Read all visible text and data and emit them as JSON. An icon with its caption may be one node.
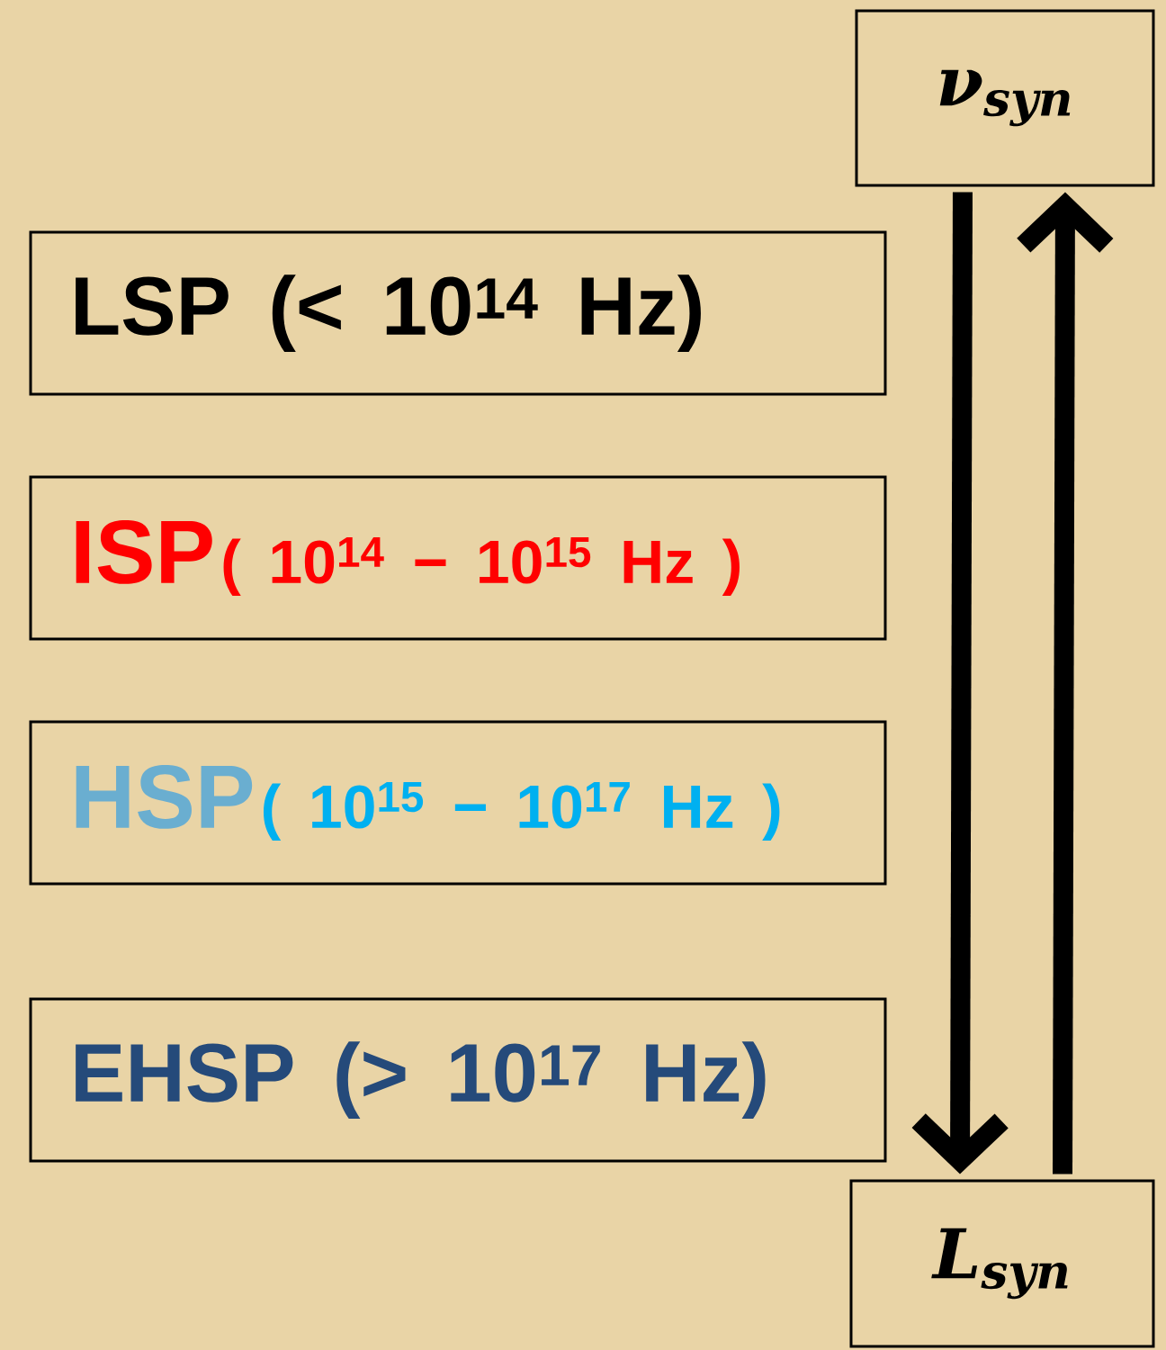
{
  "diagram": {
    "nodes": [
      {
        "text": [
          "ν$_{syn}$"
        ]
      },
      {
        "text": [
          "LSP (< 10$^{14}$ Hz)"
        ]
      },
      {
        "text": [
          "ISP",
          "( 10$^{14}$ − 10$^{15}$ Hz )"
        ]
      },
      {
        "text": [
          "HSP",
          "( 10$^{15}$ − 10$^{17}$ Hz )"
        ]
      },
      {
        "text": [
          "EHSP (> 10$^{17}$ Hz)"
        ]
      },
      {
        "text": [
          "L$_{syn}$"
        ]
      }
    ],
    "edges": [
      {
        "from": 0,
        "to": 5,
        "arrow": "to"
      },
      {
        "from": 5,
        "to": 0,
        "arrow": "to"
      }
    ]
  }
}
